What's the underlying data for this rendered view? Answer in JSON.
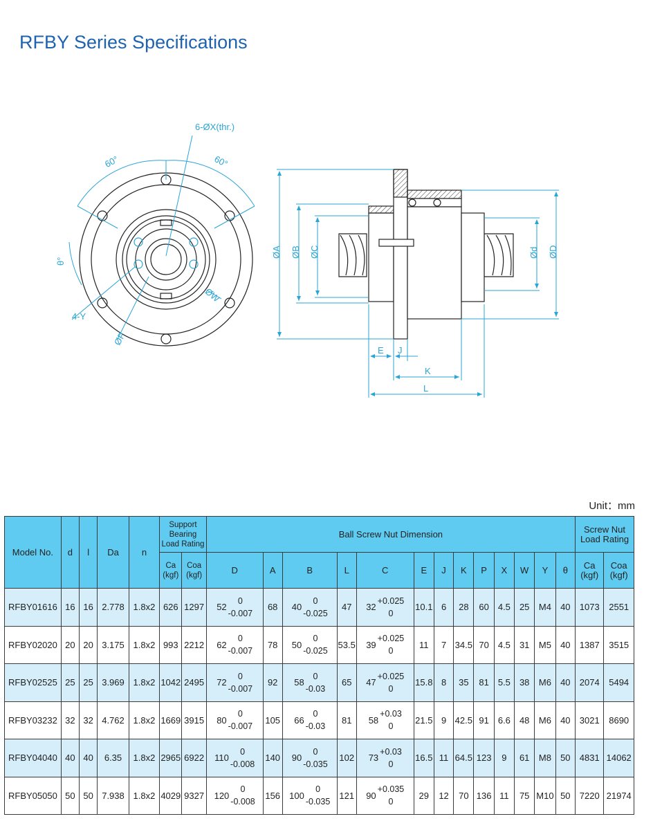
{
  "title": "RFBY Series Specifications",
  "drawing": {
    "labels": {
      "hole": "6-ØX(thr.)",
      "angle_left": "60°",
      "angle_right": "60°",
      "theta": "θ°",
      "four_y": "4-Y",
      "phi_p": "ØP",
      "phi_w": "ØW",
      "phi_a": "ØA",
      "phi_b": "ØB",
      "phi_c": "ØC",
      "phi_d_small": "Ød",
      "phi_d_big": "ØD",
      "e": "E",
      "j": "J",
      "k": "K",
      "l": "L"
    }
  },
  "unit": "Unit：mm",
  "table": {
    "headers": {
      "model": "Model No.",
      "d": "d",
      "l": "l",
      "da": "Da",
      "n": "n",
      "support_line1": "Support",
      "support_line2": "Bearing",
      "support_line3": "Load Rating",
      "nut_dim": "Ball Screw Nut Dimension",
      "screw_nut_line1": "Screw Nut",
      "screw_nut_line2": "Load Rating",
      "ca": "Ca",
      "coa": "Coa",
      "kgf": "(kgf)",
      "D": "D",
      "A": "A",
      "B": "B",
      "L": "L",
      "C": "C",
      "E": "E",
      "J": "J",
      "K": "K",
      "P": "P",
      "X": "X",
      "W": "W",
      "Y": "Y",
      "theta": "θ"
    },
    "rows": [
      {
        "model": "RFBY01616",
        "d": "16",
        "l": "16",
        "da": "2.778",
        "n": "1.8x2",
        "ca": "626",
        "coa": "1297",
        "D": "52",
        "D_up": "0",
        "D_lo": "-0.007",
        "A": "68",
        "B": "40",
        "B_up": "0",
        "B_lo": "-0.025",
        "L": "47",
        "C": "32",
        "C_up": "+0.025",
        "C_lo": "0",
        "E": "10.1",
        "J": "6",
        "K": "28",
        "P": "60",
        "X": "4.5",
        "W": "25",
        "Y": "M4",
        "theta": "40",
        "nca": "1073",
        "ncoa": "2551"
      },
      {
        "model": "RFBY02020",
        "d": "20",
        "l": "20",
        "da": "3.175",
        "n": "1.8x2",
        "ca": "993",
        "coa": "2212",
        "D": "62",
        "D_up": "0",
        "D_lo": "-0.007",
        "A": "78",
        "B": "50",
        "B_up": "0",
        "B_lo": "-0.025",
        "L": "53.5",
        "C": "39",
        "C_up": "+0.025",
        "C_lo": "0",
        "E": "11",
        "J": "7",
        "K": "34.5",
        "P": "70",
        "X": "4.5",
        "W": "31",
        "Y": "M5",
        "theta": "40",
        "nca": "1387",
        "ncoa": "3515"
      },
      {
        "model": "RFBY02525",
        "d": "25",
        "l": "25",
        "da": "3.969",
        "n": "1.8x2",
        "ca": "1042",
        "coa": "2495",
        "D": "72",
        "D_up": "0",
        "D_lo": "-0.007",
        "A": "92",
        "B": "58",
        "B_up": "0",
        "B_lo": "-0.03",
        "L": "65",
        "C": "47",
        "C_up": "+0.025",
        "C_lo": "0",
        "E": "15.8",
        "J": "8",
        "K": "35",
        "P": "81",
        "X": "5.5",
        "W": "38",
        "Y": "M6",
        "theta": "40",
        "nca": "2074",
        "ncoa": "5494"
      },
      {
        "model": "RFBY03232",
        "d": "32",
        "l": "32",
        "da": "4.762",
        "n": "1.8x2",
        "ca": "1669",
        "coa": "3915",
        "D": "80",
        "D_up": "0",
        "D_lo": "-0.007",
        "A": "105",
        "B": "66",
        "B_up": "0",
        "B_lo": "-0.03",
        "L": "81",
        "C": "58",
        "C_up": "+0.03",
        "C_lo": "0",
        "E": "21.5",
        "J": "9",
        "K": "42.5",
        "P": "91",
        "X": "6.6",
        "W": "48",
        "Y": "M6",
        "theta": "40",
        "nca": "3021",
        "ncoa": "8690"
      },
      {
        "model": "RFBY04040",
        "d": "40",
        "l": "40",
        "da": "6.35",
        "n": "1.8x2",
        "ca": "2965",
        "coa": "6922",
        "D": "110",
        "D_up": "0",
        "D_lo": "-0.008",
        "A": "140",
        "B": "90",
        "B_up": "0",
        "B_lo": "-0.035",
        "L": "102",
        "C": "73",
        "C_up": "+0.03",
        "C_lo": "0",
        "E": "16.5",
        "J": "11",
        "K": "64.5",
        "P": "123",
        "X": "9",
        "W": "61",
        "Y": "M8",
        "theta": "50",
        "nca": "4831",
        "ncoa": "14062"
      },
      {
        "model": "RFBY05050",
        "d": "50",
        "l": "50",
        "da": "7.938",
        "n": "1.8x2",
        "ca": "4029",
        "coa": "9327",
        "D": "120",
        "D_up": "0",
        "D_lo": "-0.008",
        "A": "156",
        "B": "100",
        "B_up": "0",
        "B_lo": "-0.035",
        "L": "121",
        "C": "90",
        "C_up": "+0.035",
        "C_lo": "0",
        "E": "29",
        "J": "12",
        "K": "70",
        "P": "136",
        "X": "11",
        "W": "75",
        "Y": "M10",
        "theta": "50",
        "nca": "7220",
        "ncoa": "21974"
      }
    ]
  }
}
